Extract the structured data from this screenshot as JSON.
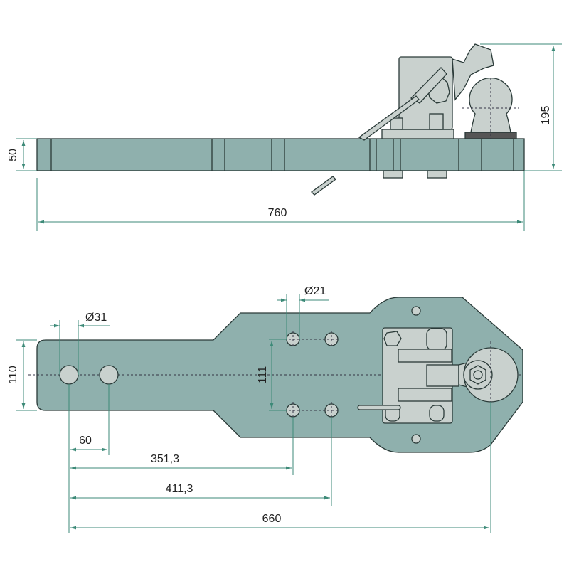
{
  "drawing": {
    "colors": {
      "plate": "#8fb0ad",
      "fitting": "#c9d1ce",
      "dimension": "#3d8a78"
    },
    "side_view": {
      "dim_length": "760",
      "dim_thickness": "50",
      "dim_height": "195"
    },
    "plan_view": {
      "dim_width": "110",
      "dim_hole_spacing_vertical": "111",
      "dim_large_hole_diameter": "Ø31",
      "dim_small_hole_diameter": "Ø21",
      "dim_large_hole_pitch": "60",
      "dim_to_first_small_holes": "351,3",
      "dim_to_second_small_holes": "411,3",
      "dim_to_ball_center": "660"
    }
  }
}
